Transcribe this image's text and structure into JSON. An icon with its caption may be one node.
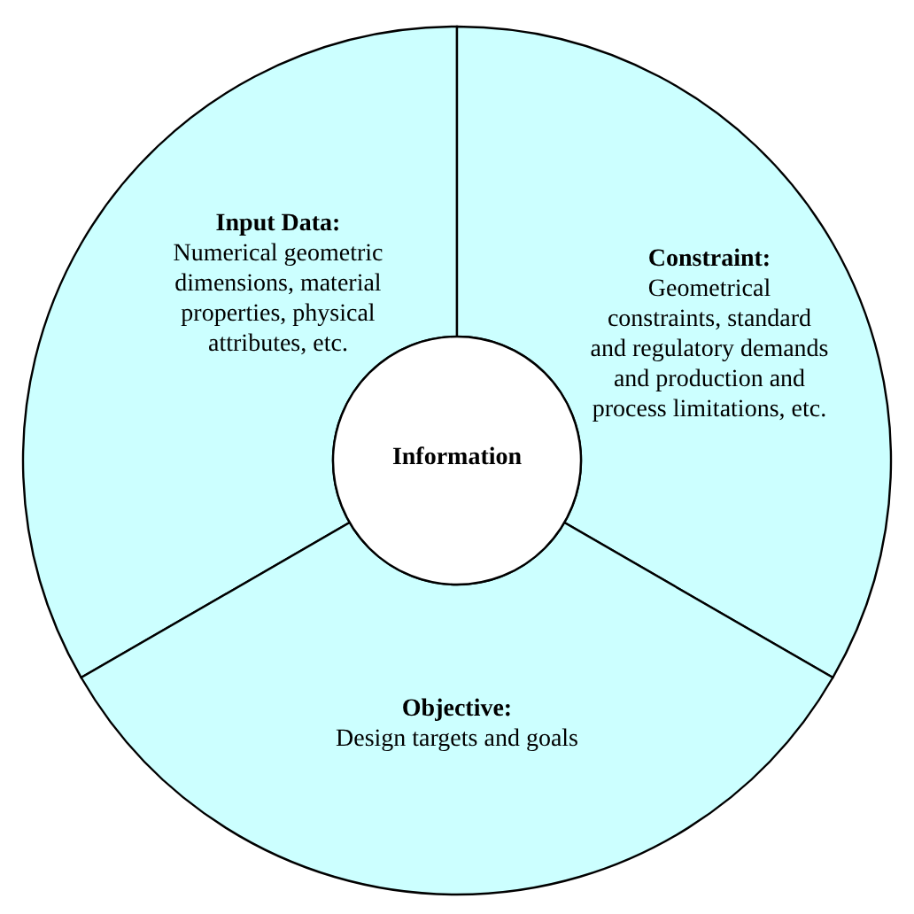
{
  "diagram": {
    "nodes": [
      {
        "text": [
          "Information"
        ]
      },
      {
        "text": [
          "Input Data:",
          "Numerical geometric dimensions, material properties, physical attributes, etc."
        ]
      },
      {
        "text": [
          "Constraint:",
          "Geometrical constraints, standard and regulatory demands and production and process limitations, etc."
        ]
      },
      {
        "text": [
          "Objective:",
          "Design targets and goals"
        ]
      }
    ],
    "edges": []
  }
}
